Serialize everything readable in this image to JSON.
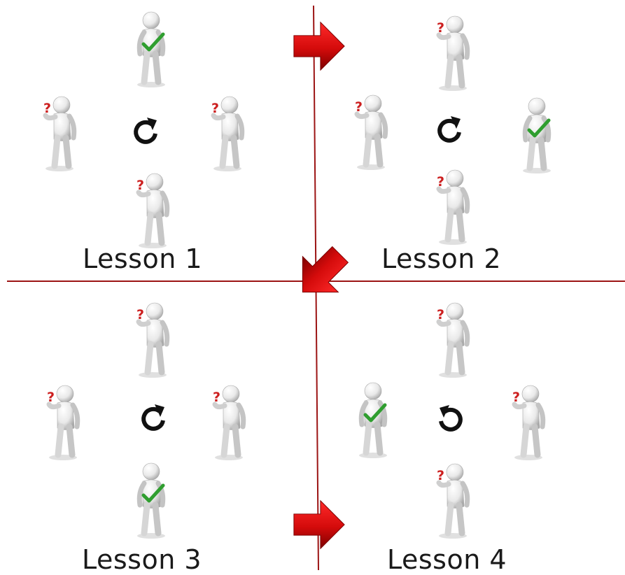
{
  "lessons": [
    {
      "label": "Lesson 1",
      "rotation": "clockwise",
      "checked_position": "top"
    },
    {
      "label": "Lesson 2",
      "rotation": "clockwise",
      "checked_position": "right"
    },
    {
      "label": "Lesson 3",
      "rotation": "clockwise",
      "checked_position": "bottom"
    },
    {
      "label": "Lesson 4",
      "rotation": "counter-clockwise",
      "checked_position": "left"
    }
  ],
  "colors": {
    "divider": "#9c1414",
    "arrow_red": "#d10c0c",
    "arrow_dark": "#8e0000",
    "check_green": "#2f9e2f",
    "question_red": "#cc1f1f",
    "figure_light": "#f4f4f4",
    "figure_shade": "#b8b8b8",
    "rotation_icon": "#111111"
  },
  "figure_symbols": {
    "question": "?",
    "check": "✓"
  }
}
